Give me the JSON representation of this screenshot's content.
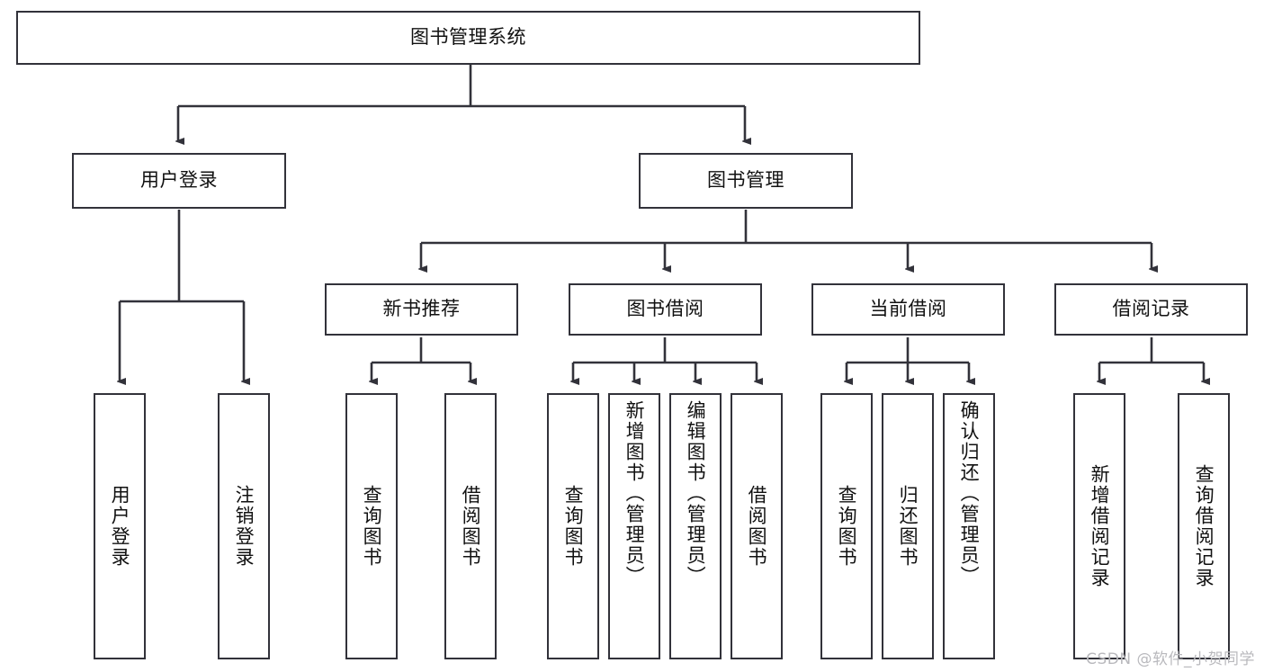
{
  "diagram": {
    "title": "图书管理系统",
    "type": "hierarchy-tree",
    "style": {
      "box_border_color": "#32323a",
      "box_fill": "#ffffff",
      "line_color": "#32323a",
      "text_color": "#111111",
      "background": "#ffffff"
    },
    "root": {
      "id": "root",
      "label": "图书管理系统"
    },
    "level2": [
      {
        "id": "user-login",
        "label": "用户登录"
      },
      {
        "id": "book-management",
        "label": "图书管理"
      }
    ],
    "level3": [
      {
        "id": "new-book-recommend",
        "label": "新书推荐",
        "parent": "book-management"
      },
      {
        "id": "book-borrow",
        "label": "图书借阅",
        "parent": "book-management"
      },
      {
        "id": "current-borrow",
        "label": "当前借阅",
        "parent": "book-management"
      },
      {
        "id": "borrow-record",
        "label": "借阅记录",
        "parent": "book-management"
      }
    ],
    "leaves": [
      {
        "id": "leaf-user-login",
        "label": "用户登录",
        "parent": "user-login"
      },
      {
        "id": "leaf-logout-login",
        "label": "注销登录",
        "parent": "user-login"
      },
      {
        "id": "leaf-query-book-1",
        "label": "查询图书",
        "parent": "new-book-recommend"
      },
      {
        "id": "leaf-borrow-book-1",
        "label": "借阅图书",
        "parent": "new-book-recommend"
      },
      {
        "id": "leaf-query-book-2",
        "label": "查询图书",
        "parent": "book-borrow"
      },
      {
        "id": "leaf-add-book",
        "label": "新增图书（管理员）",
        "parent": "book-borrow"
      },
      {
        "id": "leaf-edit-book",
        "label": "编辑图书（管理员）",
        "parent": "book-borrow"
      },
      {
        "id": "leaf-borrow-book-2",
        "label": "借阅图书",
        "parent": "book-borrow"
      },
      {
        "id": "leaf-query-book-3",
        "label": "查询图书",
        "parent": "current-borrow"
      },
      {
        "id": "leaf-return-book",
        "label": "归还图书",
        "parent": "current-borrow"
      },
      {
        "id": "leaf-confirm-return",
        "label": "确认归还（管理员）",
        "parent": "current-borrow"
      },
      {
        "id": "leaf-add-borrow-record",
        "label": "新增借阅记录",
        "parent": "borrow-record"
      },
      {
        "id": "leaf-query-borrow-record",
        "label": "查询借阅记录",
        "parent": "borrow-record"
      }
    ]
  },
  "watermark": {
    "text": "CSDN @软件_小贺同学"
  }
}
